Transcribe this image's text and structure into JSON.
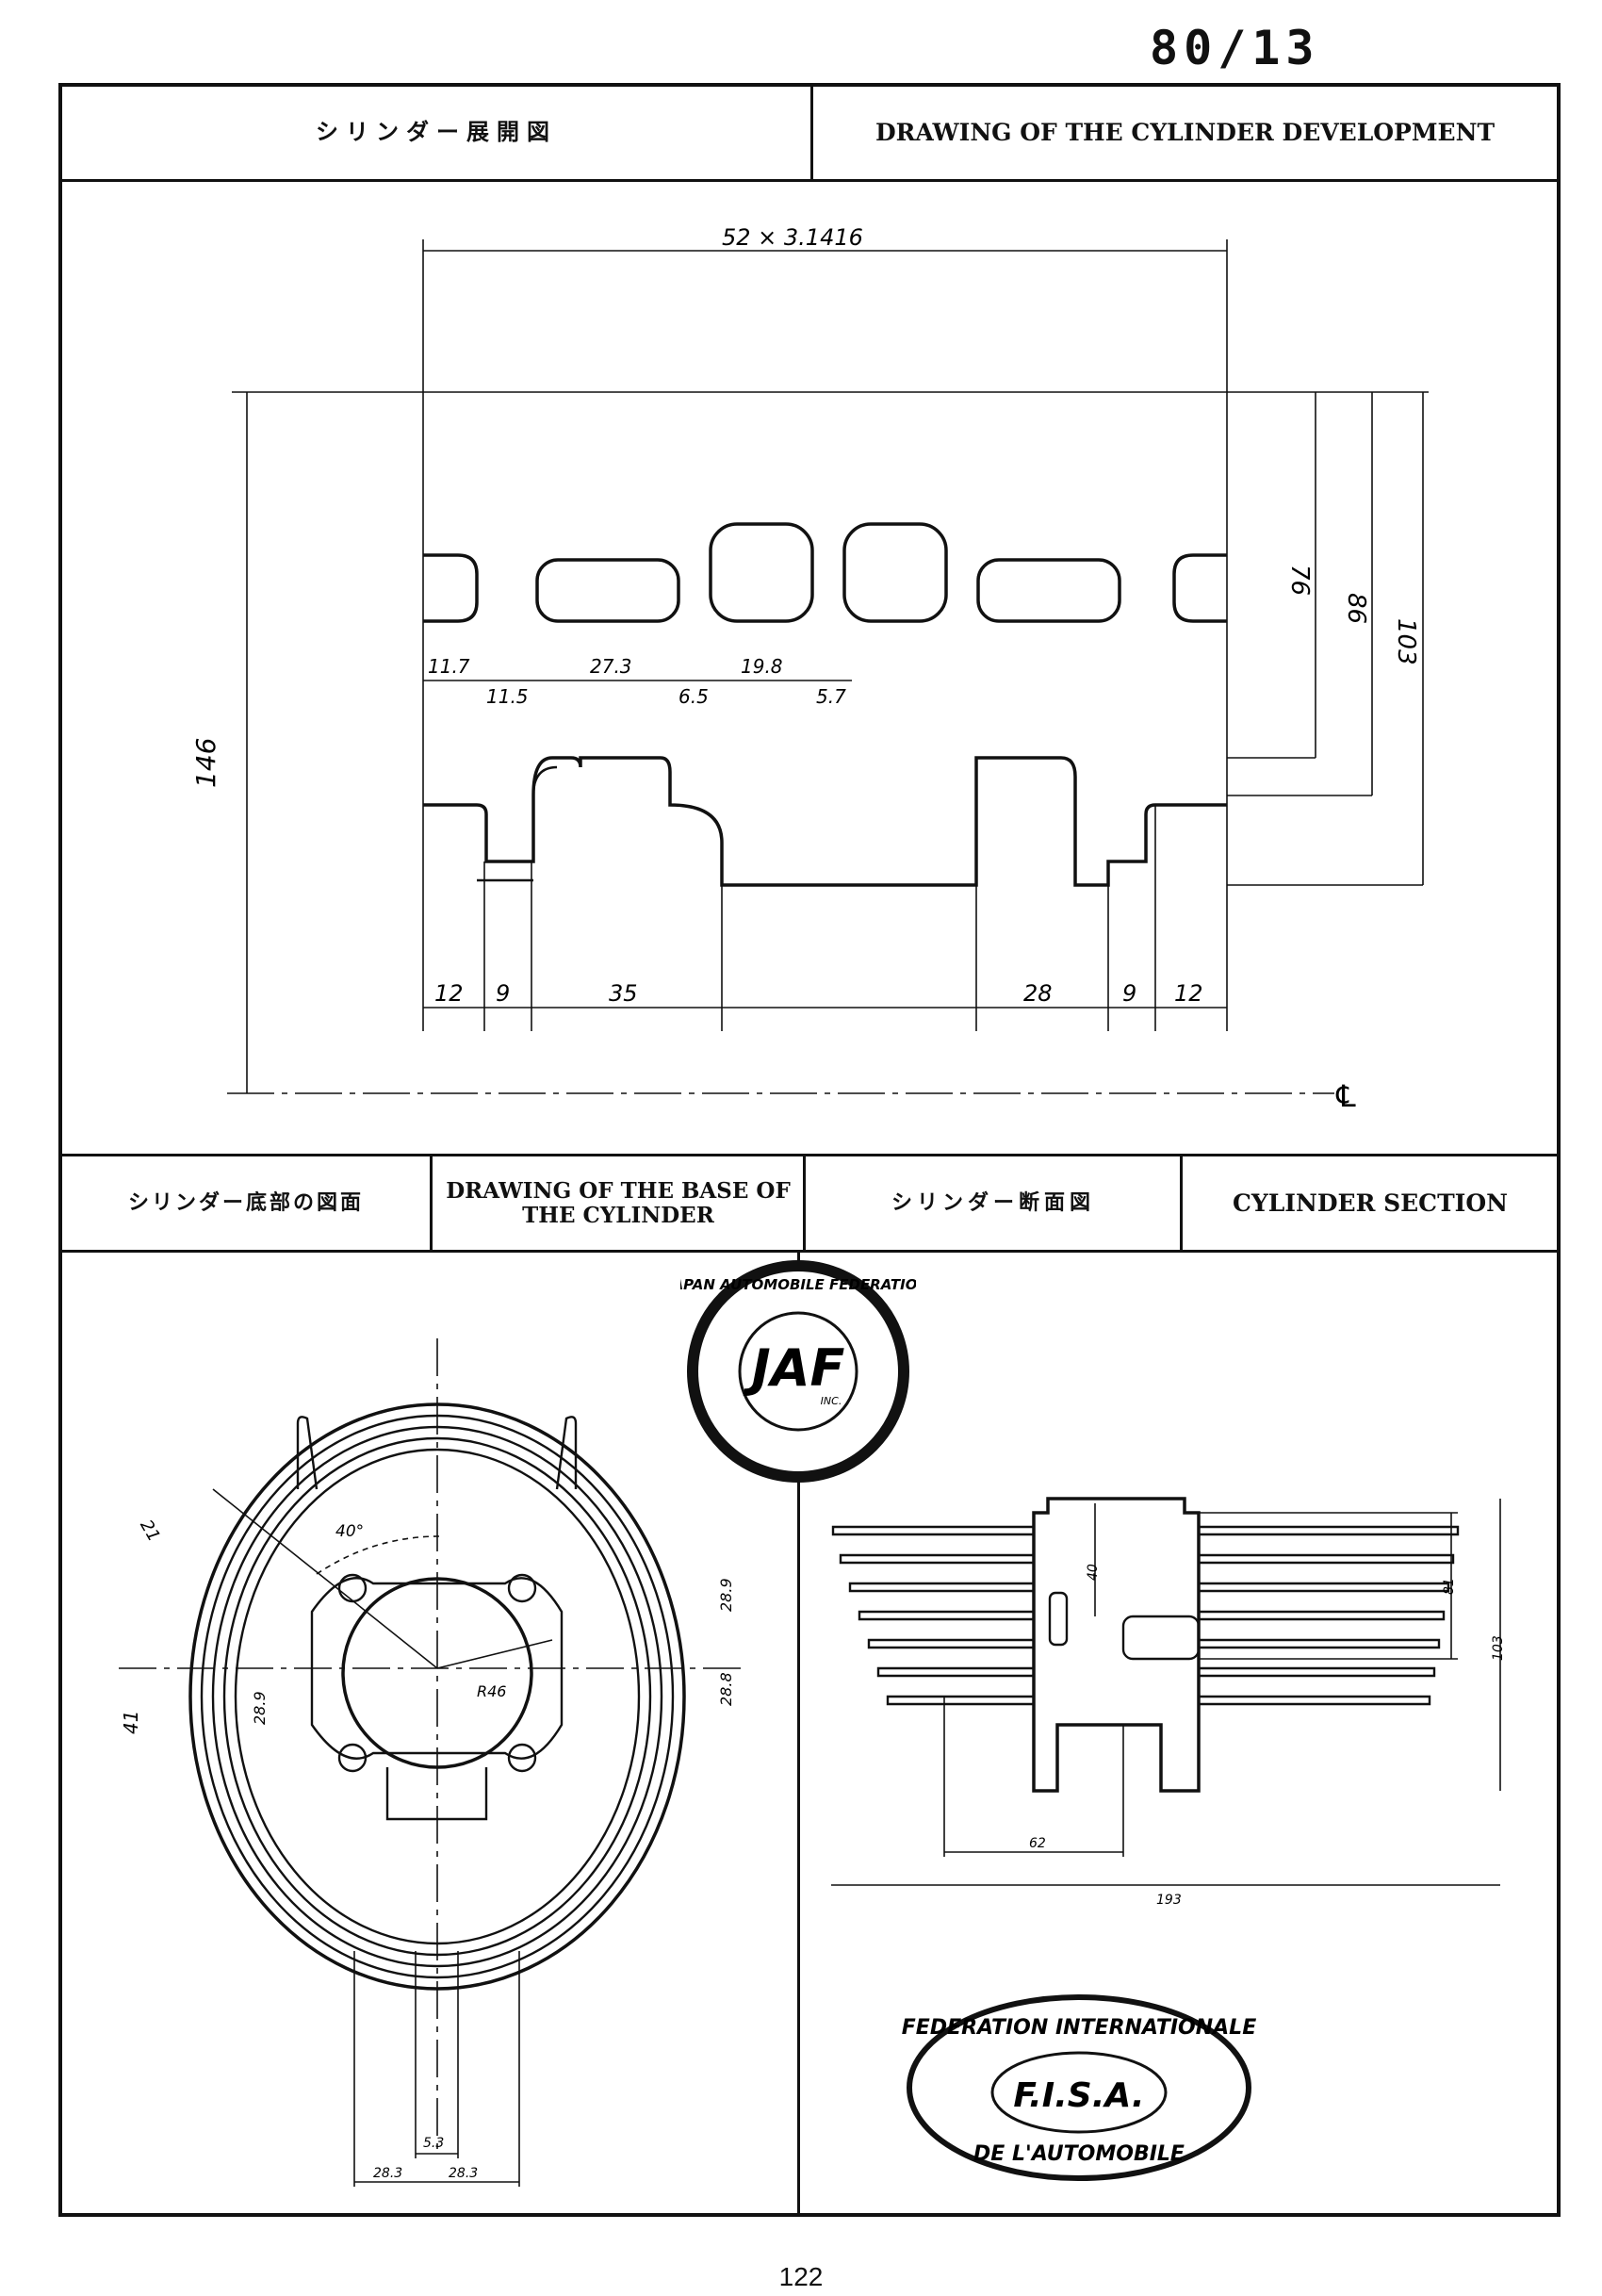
{
  "document": {
    "number": "80/13",
    "page_number": "122"
  },
  "top_panel": {
    "title_jp": "シリンダー展開図",
    "title_en": "DRAWING OF THE CYLINDER DEVELOPMENT"
  },
  "development_drawing": {
    "overall_width_label": "52 × 3.1416",
    "height_label": "146",
    "right_dims": [
      "76",
      "86",
      "103"
    ],
    "port_dims": [
      "11.7",
      "11.5",
      "27.3",
      "6.5",
      "19.8",
      "5.7"
    ],
    "bottom_dims": [
      "12",
      "9",
      "35",
      "28",
      "9",
      "12"
    ],
    "centerline_label": "℄"
  },
  "bottom_left_panel": {
    "title_jp": "シリンダー底部の図面",
    "title_en": "DRAWING OF THE BASE OF THE CYLINDER"
  },
  "bottom_right_panel": {
    "title_jp": "シリンダー断面図",
    "title_en": "CYLINDER SECTION"
  },
  "base_drawing": {
    "dims": [
      "21",
      "40°",
      "28.9",
      "28.8",
      "R46",
      "41",
      "28.9",
      "5.3",
      "28.3",
      "28.3"
    ]
  },
  "section_drawing": {
    "dims": [
      "40",
      "81",
      "103",
      "62",
      "193"
    ]
  },
  "stamps": {
    "jaf": {
      "ring_text": "JAPAN AUTOMOBILE FEDERATION",
      "center": "JAF",
      "sub": "INC."
    },
    "fisa": {
      "outer_top": "FEDERATION INTERNATIONALE",
      "outer_bottom": "DE L'AUTOMOBILE",
      "center": "F.I.S.A."
    }
  }
}
